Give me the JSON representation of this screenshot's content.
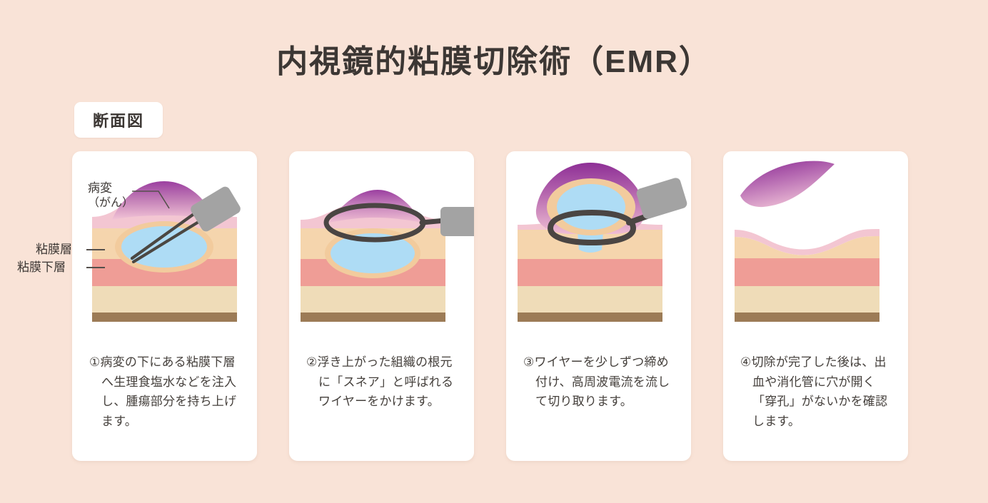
{
  "page": {
    "title": "内視鏡的粘膜切除術（EMR）",
    "section_badge": "断面図",
    "background_color": "#f9e3d7",
    "card_color": "#ffffff",
    "text_color": "#3c3734"
  },
  "anatomy_labels": {
    "lesion_main": "病変",
    "lesion_sub": "（がん）",
    "mucosa": "粘膜層",
    "submucosa": "粘膜下層"
  },
  "layer_colors": {
    "mucosa_pink": "#f3c6d2",
    "submucosa_tan": "#f5d5ad",
    "muscularis_salmon": "#ef9d96",
    "serosa_beige": "#efdcb8",
    "base_brown": "#9c7b56",
    "lesion_purple": "#9b3fa0",
    "lesion_pink": "#efb9cf",
    "saline_blue": "#aedcf5",
    "instrument_gray": "#a3a3a3",
    "snare_dark": "#4a4543"
  },
  "steps": [
    {
      "number": "①",
      "caption": "①病変の下にある粘膜下層へ生理食塩水などを注入し、腫瘍部分を持ち上げます。",
      "figure_name": "injection-needle-lifting-lesion"
    },
    {
      "number": "②",
      "caption": "②浮き上がった組織の根元に「スネア」と呼ばれるワイヤーをかけます。",
      "figure_name": "snare-wire-around-base"
    },
    {
      "number": "③",
      "caption": "③ワイヤーを少しずつ締め付け、高周波電流を流して切り取ります。",
      "figure_name": "snare-tightening-electrocautery"
    },
    {
      "number": "④",
      "caption": "④切除が完了した後は、出血や消化管に穴が開く「穿孔」がないかを確認します。",
      "figure_name": "resected-specimen-and-crater"
    }
  ]
}
